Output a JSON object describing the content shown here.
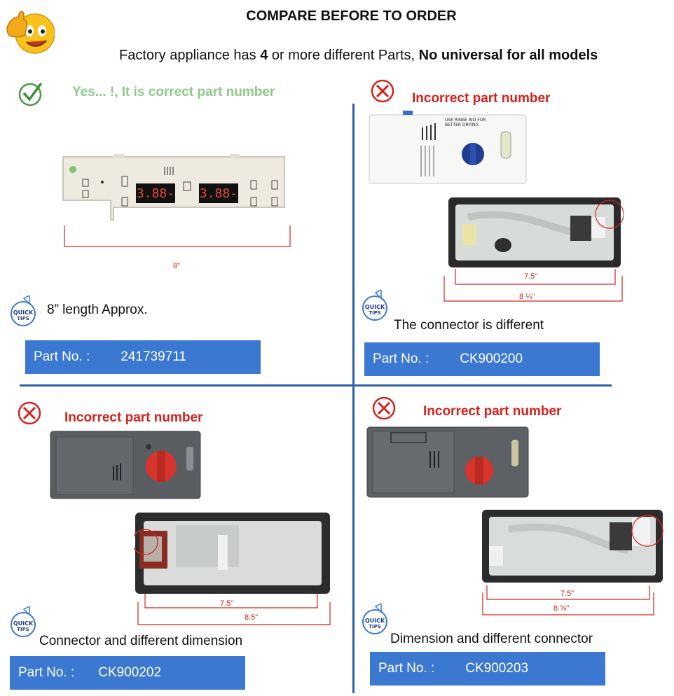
{
  "header": {
    "title": "COMPARE BEFORE TO ORDER",
    "subtitle_pre": "Factory appliance has ",
    "subtitle_bold1": "4",
    "subtitle_mid": " or more different Parts, ",
    "subtitle_bold2": "No universal for all models"
  },
  "tips_icon": {
    "line1": "QUICK",
    "line2": "TIPS"
  },
  "panels": [
    {
      "status": "Yes... !, It is correct part number",
      "dims": [
        "8\""
      ],
      "display_text": "3.88-",
      "note": "8” length Approx.",
      "part_label": "Part No. :",
      "part_number": "241739711"
    },
    {
      "status": "Incorrect part number",
      "dispenser_label": "USE RINSE AID FOR BETTER DRYING",
      "dims": [
        "7.5\"",
        "8 ¼\""
      ],
      "note": "The connector is different",
      "part_label": "Part No. :",
      "part_number": "CK900200"
    },
    {
      "status": "Incorrect part number",
      "dims": [
        "7.5\"",
        "8.5\""
      ],
      "note": "Connector and different dimension",
      "part_label": "Part No. :",
      "part_number": "CK900202"
    },
    {
      "status": "Incorrect part number",
      "dims": [
        "7.5\"",
        "8 ⅝\""
      ],
      "note": "Dimension and different connector",
      "part_label": "Part No. :",
      "part_number": "CK900203"
    }
  ],
  "colors": {
    "divider": "#2f5fa8",
    "part_box": "#3a78d2",
    "correct": "#8fc98a",
    "incorrect": "#d4231c"
  }
}
